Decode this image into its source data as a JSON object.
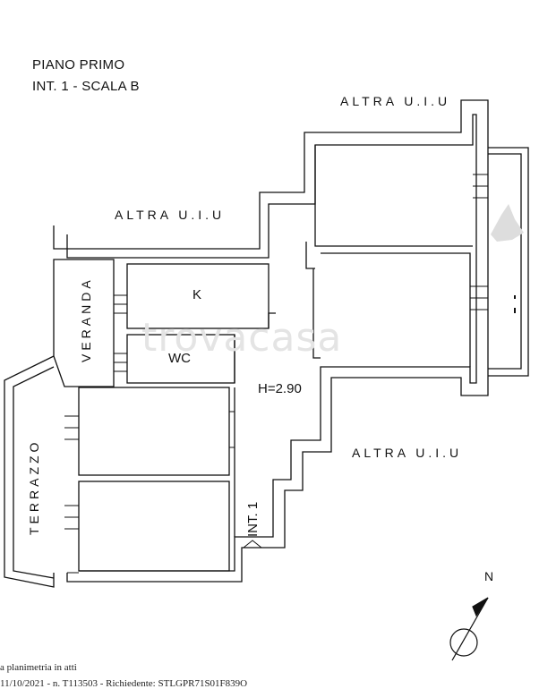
{
  "header": {
    "line1": "PIANO PRIMO",
    "line2": "INT. 1 - SCALA B"
  },
  "neighbors": {
    "top_right": "ALTRA U.I.U",
    "top_left": "ALTRA U.I.U",
    "bottom_right": "ALTRA U.I.U"
  },
  "rooms": {
    "veranda": "VERANDA",
    "kitchen": "K",
    "wc": "WC",
    "terrazzo": "TERRAZZO",
    "height": "H=2.90",
    "unit": "INT. 1"
  },
  "compass": {
    "north": "N"
  },
  "watermark": "trovacasa",
  "footer": {
    "line1": "a planimetria in atti",
    "line2": "11/10/2021 - n. T113503 - Richiedente: STLGPR71S01F839O"
  }
}
